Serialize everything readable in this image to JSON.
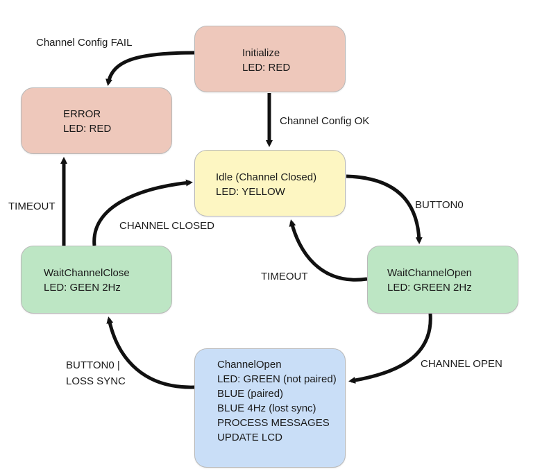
{
  "nodes": {
    "initialize": {
      "title": "Initialize",
      "lines": [
        "LED: RED"
      ]
    },
    "error": {
      "title": "ERROR",
      "lines": [
        "LED: RED"
      ]
    },
    "idle": {
      "title": "Idle (Channel Closed)",
      "lines": [
        "LED: YELLOW"
      ]
    },
    "wait_channel_close": {
      "title": "WaitChannelClose",
      "lines": [
        "LED: GEEN 2Hz"
      ]
    },
    "wait_channel_open": {
      "title": "WaitChannelOpen",
      "lines": [
        "LED: GREEN 2Hz"
      ]
    },
    "channel_open": {
      "title": "ChannelOpen",
      "lines": [
        "LED: GREEN (not paired)",
        "BLUE (paired)",
        "BLUE 4Hz (lost sync)",
        "PROCESS MESSAGES",
        "UPDATE LCD"
      ]
    }
  },
  "transitions": {
    "channel_config_fail": "Channel Config FAIL",
    "channel_config_ok": "Channel Config OK",
    "timeout_left": "TIMEOUT",
    "channel_closed": "CHANNEL CLOSED",
    "button0": "BUTTON0",
    "timeout_right": "TIMEOUT",
    "channel_open": "CHANNEL OPEN",
    "button0_loss_sync_line1": "BUTTON0 |",
    "button0_loss_sync_line2": "LOSS SYNC"
  },
  "colors": {
    "state_red": "#eec8bb",
    "state_yellow": "#fdf6c2",
    "state_green": "#bde6c4",
    "state_blue": "#c9def7",
    "arrow": "#111111"
  }
}
